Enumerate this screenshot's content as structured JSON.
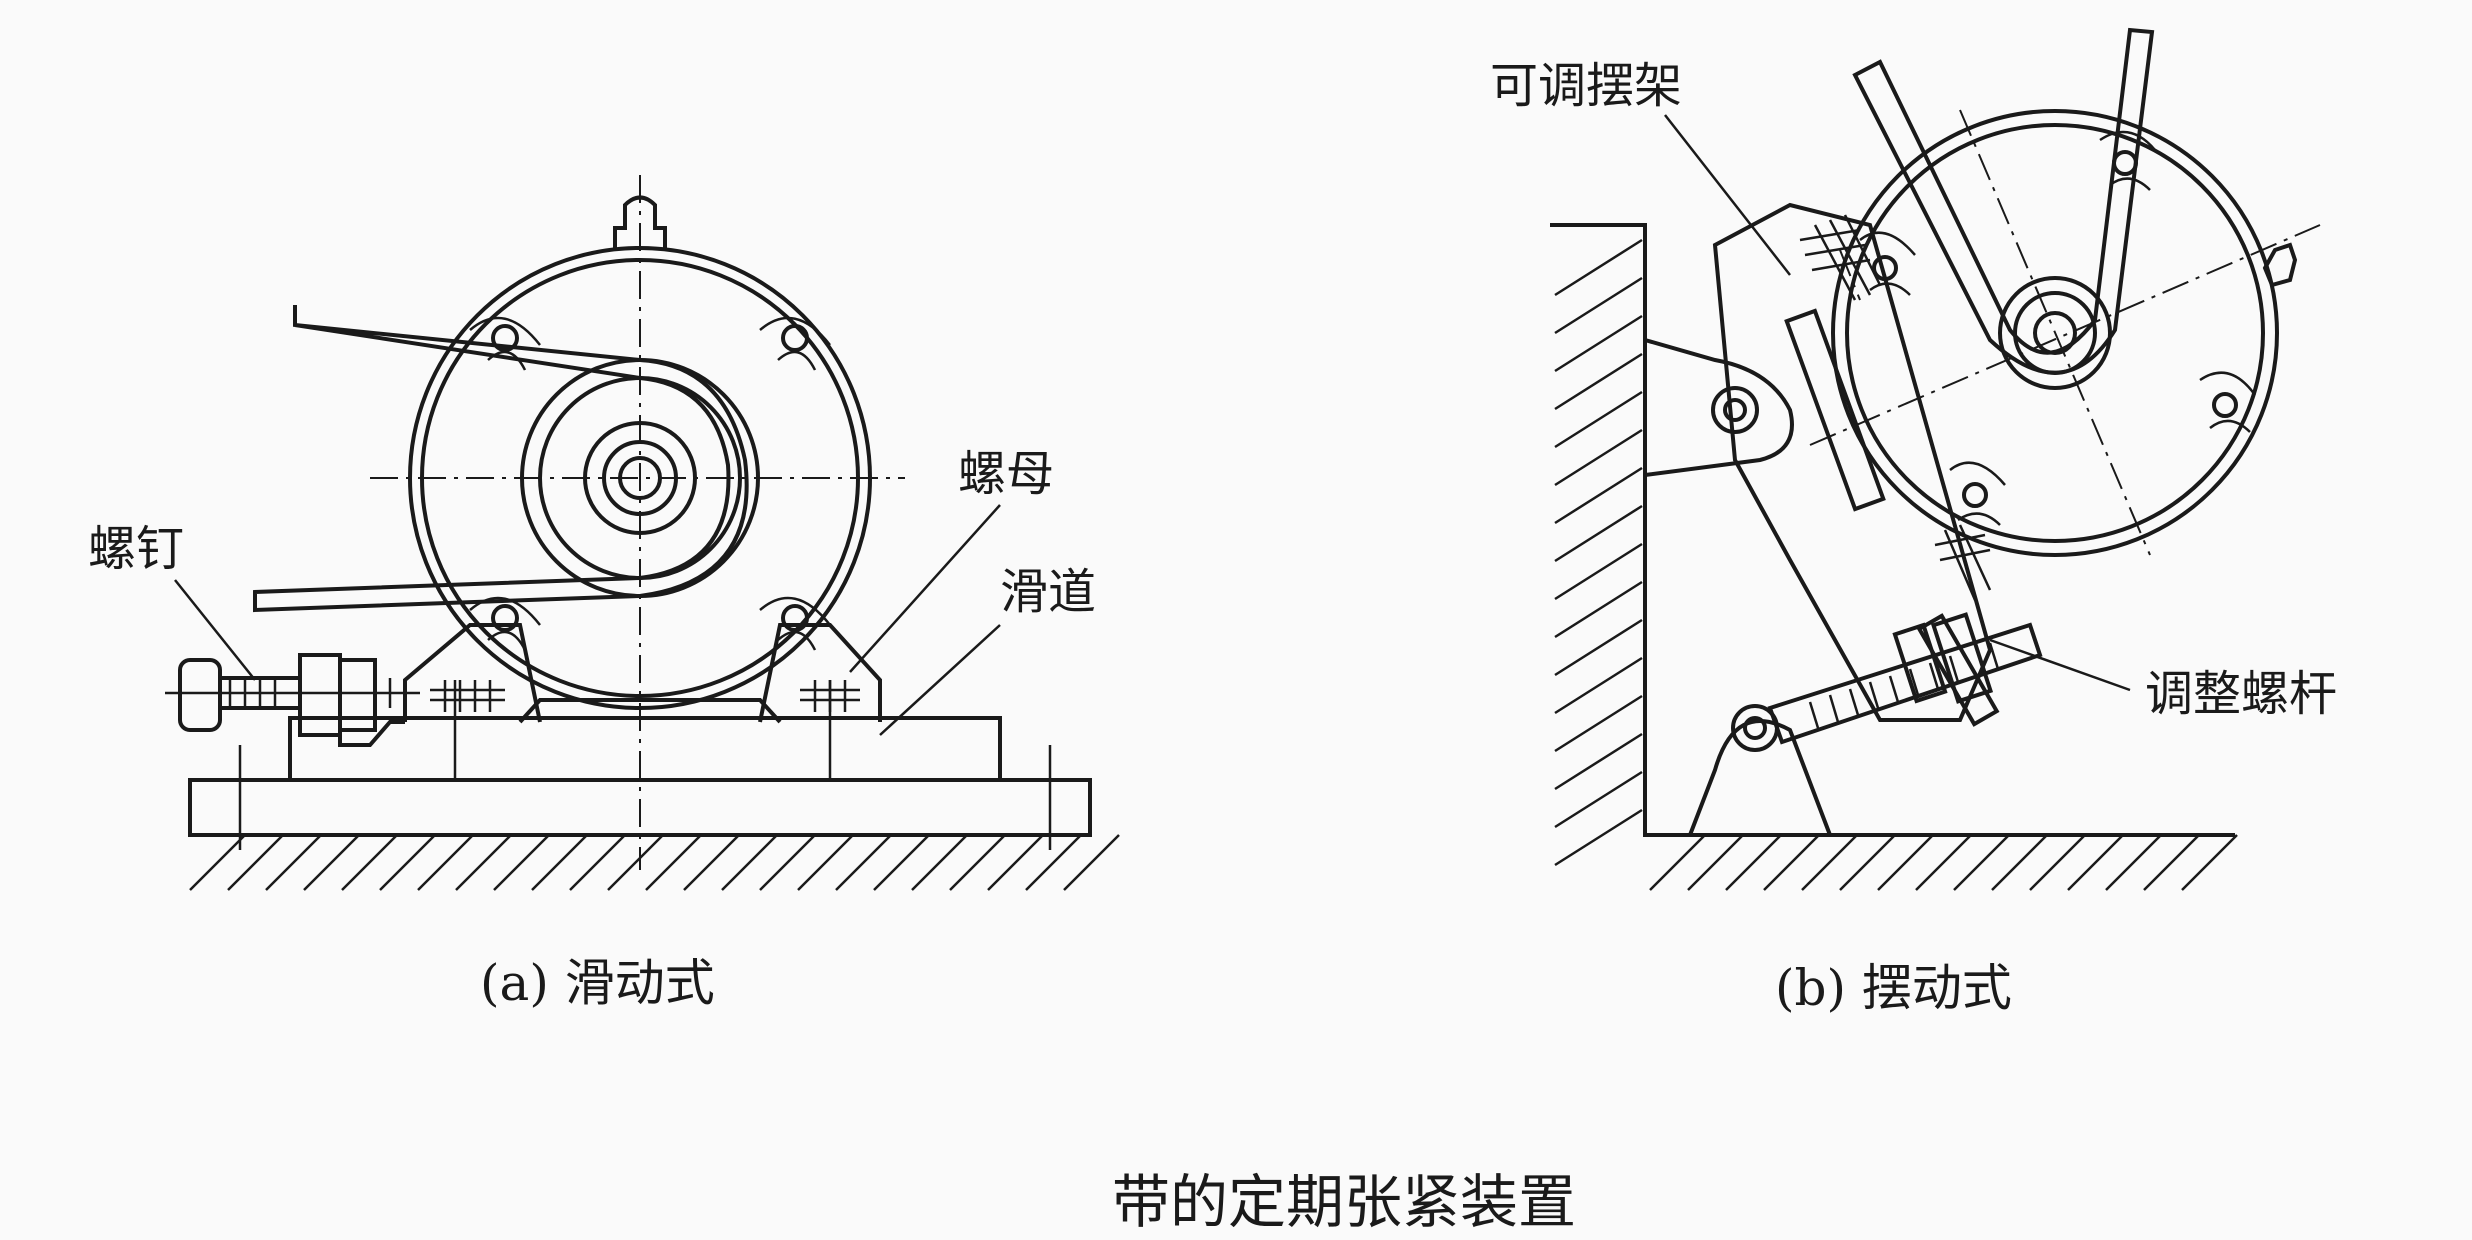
{
  "figure_a": {
    "labels": {
      "screw": "螺钉",
      "nut": "螺母",
      "slide_rail": "滑道"
    },
    "caption": "(a) 滑动式"
  },
  "figure_b": {
    "labels": {
      "swing_frame": "可调摆架",
      "adjusting_screw": "调整螺杆"
    },
    "caption": "(b) 摆动式"
  },
  "title": "带的定期张紧装置"
}
